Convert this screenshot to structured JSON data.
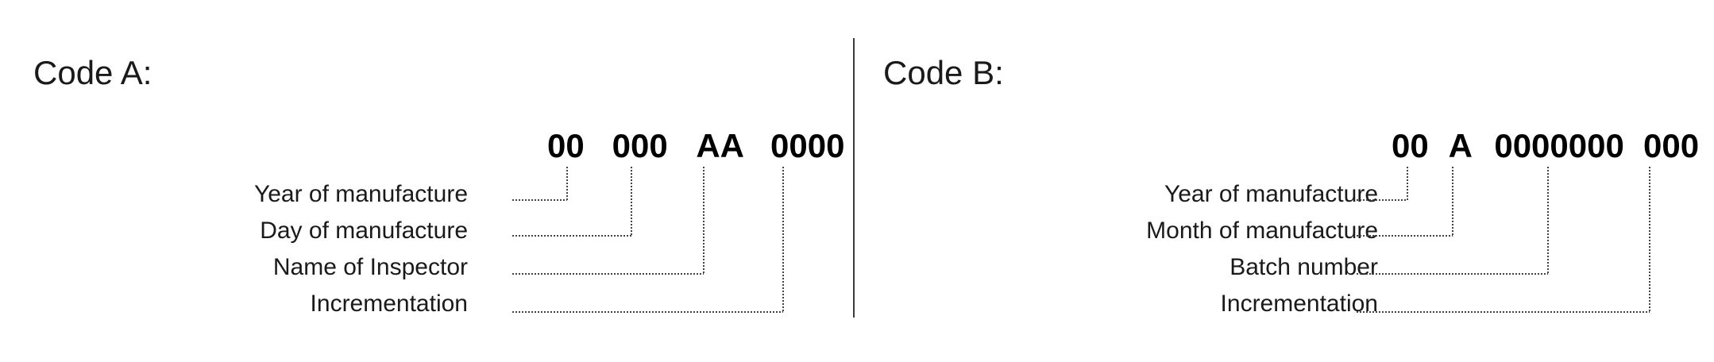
{
  "panels": {
    "a": {
      "title": "Code A:",
      "segments": [
        "00",
        "000",
        "AA",
        "0000"
      ],
      "labels": [
        "Year of manufacture",
        "Day of manufacture",
        "Name of Inspector",
        "Incrementation"
      ]
    },
    "b": {
      "title": "Code B:",
      "segments": [
        "00",
        "A",
        "0000000",
        "000"
      ],
      "labels": [
        "Year of manufacture",
        "Month of manufacture",
        "Batch number",
        "Incrementation"
      ]
    }
  }
}
